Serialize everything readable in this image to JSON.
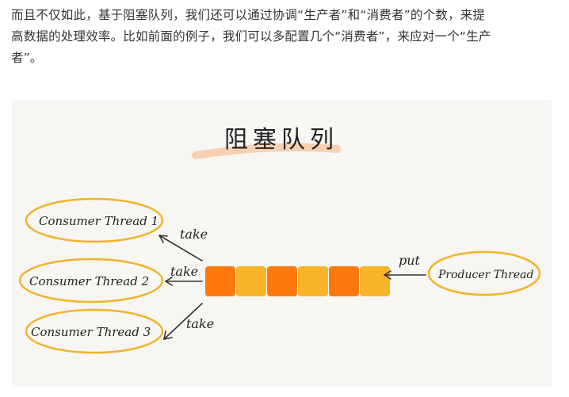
{
  "article": {
    "paragraph_lines": [
      "而且不仅如此，基于阻塞队列，我们还可以通过协调“生产者”和“消费者”的个数，来提",
      "高数据的处理效率。比如前面的例子，我们可以多配置几个“消费者”，来应对一个“生产",
      "者”。"
    ]
  },
  "figure": {
    "title": "阻塞队列",
    "consumers": [
      {
        "label": "Consumer Thread 1",
        "action": "take"
      },
      {
        "label": "Consumer Thread 2",
        "action": "take"
      },
      {
        "label": "Consumer Thread 3",
        "action": "take"
      }
    ],
    "producer": {
      "label": "Producer Thread",
      "action": "put"
    },
    "queue_cells": 6,
    "colors": {
      "ellipse_stroke": "#f0b32a",
      "cell_dark": "#ff7a0e",
      "cell_light": "#f8b52c",
      "title_underline": "#f6c9a3",
      "arrow": "#333333"
    }
  }
}
